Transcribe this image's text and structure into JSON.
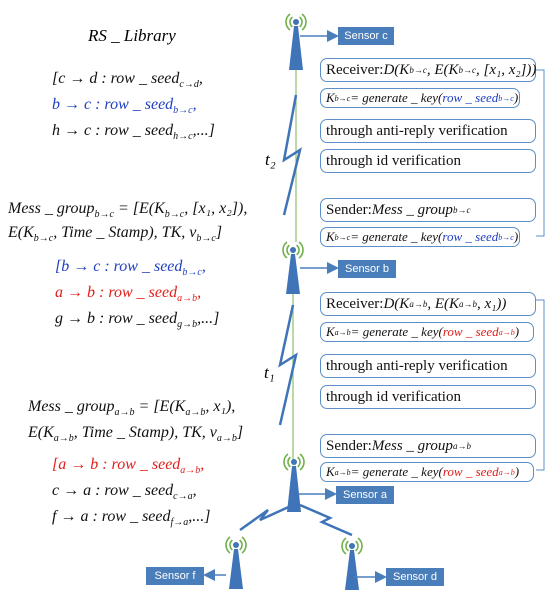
{
  "library": {
    "title": "RS _ Library",
    "lines": [
      "[c → d : row _ seed",
      "b → c : row _ seed",
      "h → c : row _ seed"
    ],
    "subs": [
      "c→d",
      "b→c",
      "h→c"
    ],
    "tails": [
      ",",
      ",",
      ",...]"
    ]
  },
  "group_bc": {
    "line1": "Mess _ group",
    "line1_sub": "b→c",
    "line1_rest": " = [E(K",
    "line1_k": "b→c",
    "line1_end": ", [x₁, x₂]),",
    "line2": "E(K",
    "line2_k": "b→c",
    "line2_rest": ", Time _ Stamp), TK, v",
    "line2_v": "b→c",
    "line2_end": "]",
    "seeds": [
      "[b → c : row _ seed",
      "a → b : row _ seed",
      "g → b : row _ seed"
    ],
    "seed_subs": [
      "b→c",
      "a→b",
      "g→b"
    ],
    "seed_tails": [
      ",",
      ",",
      ",...]"
    ]
  },
  "group_ab": {
    "line1": "Mess _ group",
    "line1_sub": "a→b",
    "line1_rest": " = [E(K",
    "line1_k": "a→b",
    "line1_end": ", x₁),",
    "line2": "E(K",
    "line2_k": "a→b",
    "line2_rest": ", Time _ Stamp), TK, v",
    "line2_v": "a→b",
    "line2_end": "]",
    "seeds": [
      "[a → b : row _ seed",
      "c → a : row _ seed",
      "f → a : row _ seed"
    ],
    "seed_subs": [
      "a→b",
      "c→a",
      "f→a"
    ],
    "seed_tails": [
      ",",
      ",",
      ",...]"
    ]
  },
  "sensors": {
    "c": "Sensor c",
    "b": "Sensor b",
    "a": "Sensor a",
    "f": "Sensor f",
    "d": "Sensor d"
  },
  "times": {
    "t2": "t₂",
    "t1": "t₁"
  },
  "upper_boxes": {
    "receiver_pre": "Receiver: ",
    "receiver_expr": "D(K",
    "receiver_k": "b→c",
    "receiver_mid": ", E(K",
    "receiver_k2": "b→c",
    "receiver_end": ", [x₁, x₂]))",
    "key_pre": "K",
    "key_k": "b→c",
    "key_mid": " = generate _ key(",
    "key_seed": "row _ seed",
    "key_seed_sub": "b→c",
    "key_end": ")",
    "anti_reply": "through anti-reply verification",
    "id_verify": "through id verification",
    "sender_pre": "Sender: ",
    "sender_expr": "Mess _ group",
    "sender_sub": "b→c",
    "key2_pre": "K",
    "key2_k": "b→c",
    "key2_mid": " = generate _ key(",
    "key2_seed": "row _ seed",
    "key2_seed_sub": "b→c",
    "key2_end": ")"
  },
  "lower_boxes": {
    "receiver_pre": "Receiver: ",
    "receiver_expr": "D(K",
    "receiver_k": "a→b",
    "receiver_mid": ", E(K",
    "receiver_k2": "a→b",
    "receiver_end": ", x₁))",
    "key_pre": "K",
    "key_k": "a→b",
    "key_mid": " = generate _ key(",
    "key_seed": "row _ seed",
    "key_seed_sub": "a→b",
    "key_end": ")",
    "anti_reply": "through anti-reply verification",
    "id_verify": "through id verification",
    "sender_pre": "Sender: ",
    "sender_expr": "Mess _ group",
    "sender_sub": "a→b",
    "key2_pre": "K",
    "key2_k": "a→b",
    "key2_mid": " = generate _ key(",
    "key2_seed": "row _ seed",
    "key2_seed_sub": "a→b",
    "key2_end": ")"
  },
  "colors": {
    "blue": "#1f3fbf",
    "red": "#e0201c",
    "box_border": "#5b8fc9",
    "label_bg": "#4a7ebb",
    "tower": "#3f74b8",
    "signal": "#6fb04a"
  }
}
